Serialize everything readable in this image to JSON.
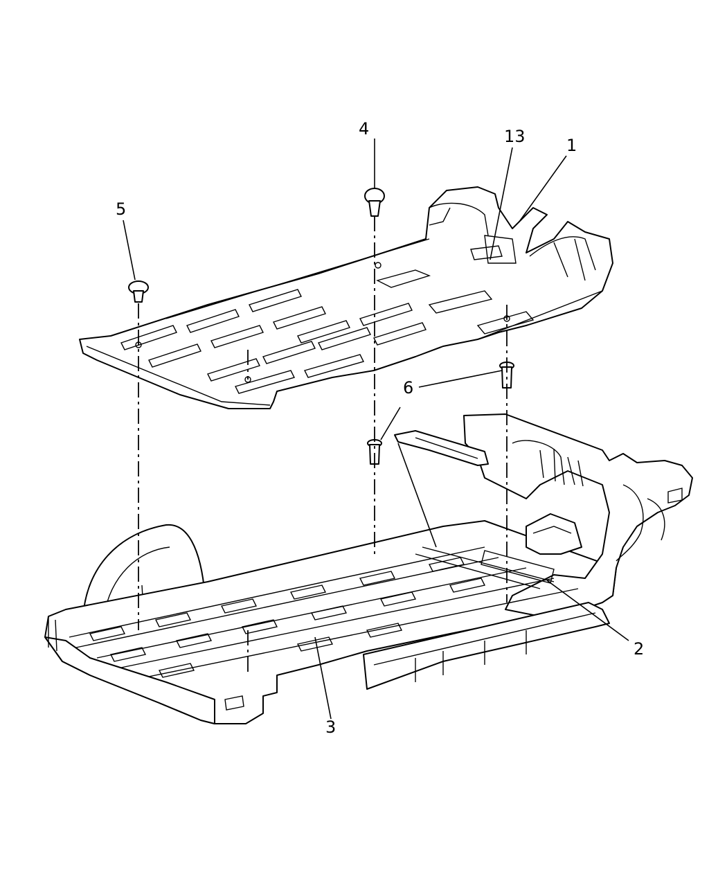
{
  "callouts": [
    {
      "id": "1",
      "label": "1"
    },
    {
      "id": "2",
      "label": "2"
    },
    {
      "id": "3",
      "label": "3"
    },
    {
      "id": "4",
      "label": "4"
    },
    {
      "id": "5",
      "label": "5"
    },
    {
      "id": "6",
      "label": "6"
    },
    {
      "id": "13",
      "label": "13"
    }
  ]
}
